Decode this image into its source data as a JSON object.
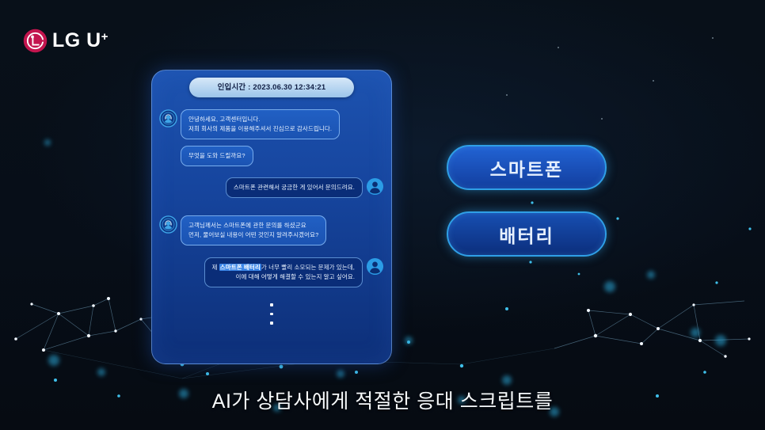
{
  "brand": {
    "logo_main": "LG U",
    "logo_plus": "+",
    "logo_circle_color": "#c3154e"
  },
  "colors": {
    "background": "#070d17",
    "panel_blue": "#16459e",
    "accent_cyan": "#2f9fe6",
    "highlight_blue": "#3b86e8",
    "header_pill": "#b9d6ef"
  },
  "chat": {
    "header": "인입시간 : 2023.06.30 12:34:21",
    "messages": [
      {
        "role": "agent",
        "avatar": true,
        "lines": [
          [
            {
              "t": "안녕하세요, 고객센터입니다."
            }
          ],
          [
            {
              "t": "저희 회사의 제품을 이용해주셔서 진심으로 감사드립니다."
            }
          ]
        ]
      },
      {
        "role": "agent",
        "avatar": false,
        "lines": [
          [
            {
              "t": "무엇을 도와 드릴까요?"
            }
          ]
        ]
      },
      {
        "role": "customer",
        "avatar": true,
        "lines": [
          [
            {
              "t": "스마트폰 관련해서 궁금한 게 있어서 문의드려요."
            }
          ]
        ]
      },
      {
        "role": "agent",
        "avatar": true,
        "lines": [
          [
            {
              "t": "고객님께서는 스마트폰에 관한 문의를 하셨군요"
            }
          ],
          [
            {
              "t": "먼저, 물어보실 내용이 어떤 것인지 알려주시겠어요?"
            }
          ]
        ]
      },
      {
        "role": "customer",
        "avatar": true,
        "lines": [
          [
            {
              "t": "제 "
            },
            {
              "t": "스마트폰 배터리",
              "hl": true
            },
            {
              "t": "가 너무 빨리 소모되는 문제가 있는데,"
            }
          ],
          [
            {
              "t": "이에 대해 어떻게 해결할 수 있는지 알고 싶어요."
            }
          ]
        ]
      }
    ]
  },
  "keywords": [
    {
      "label": "스마트폰"
    },
    {
      "label": "배터리"
    }
  ],
  "caption": "AI가 상담사에게 적절한 응대 스크립트를"
}
